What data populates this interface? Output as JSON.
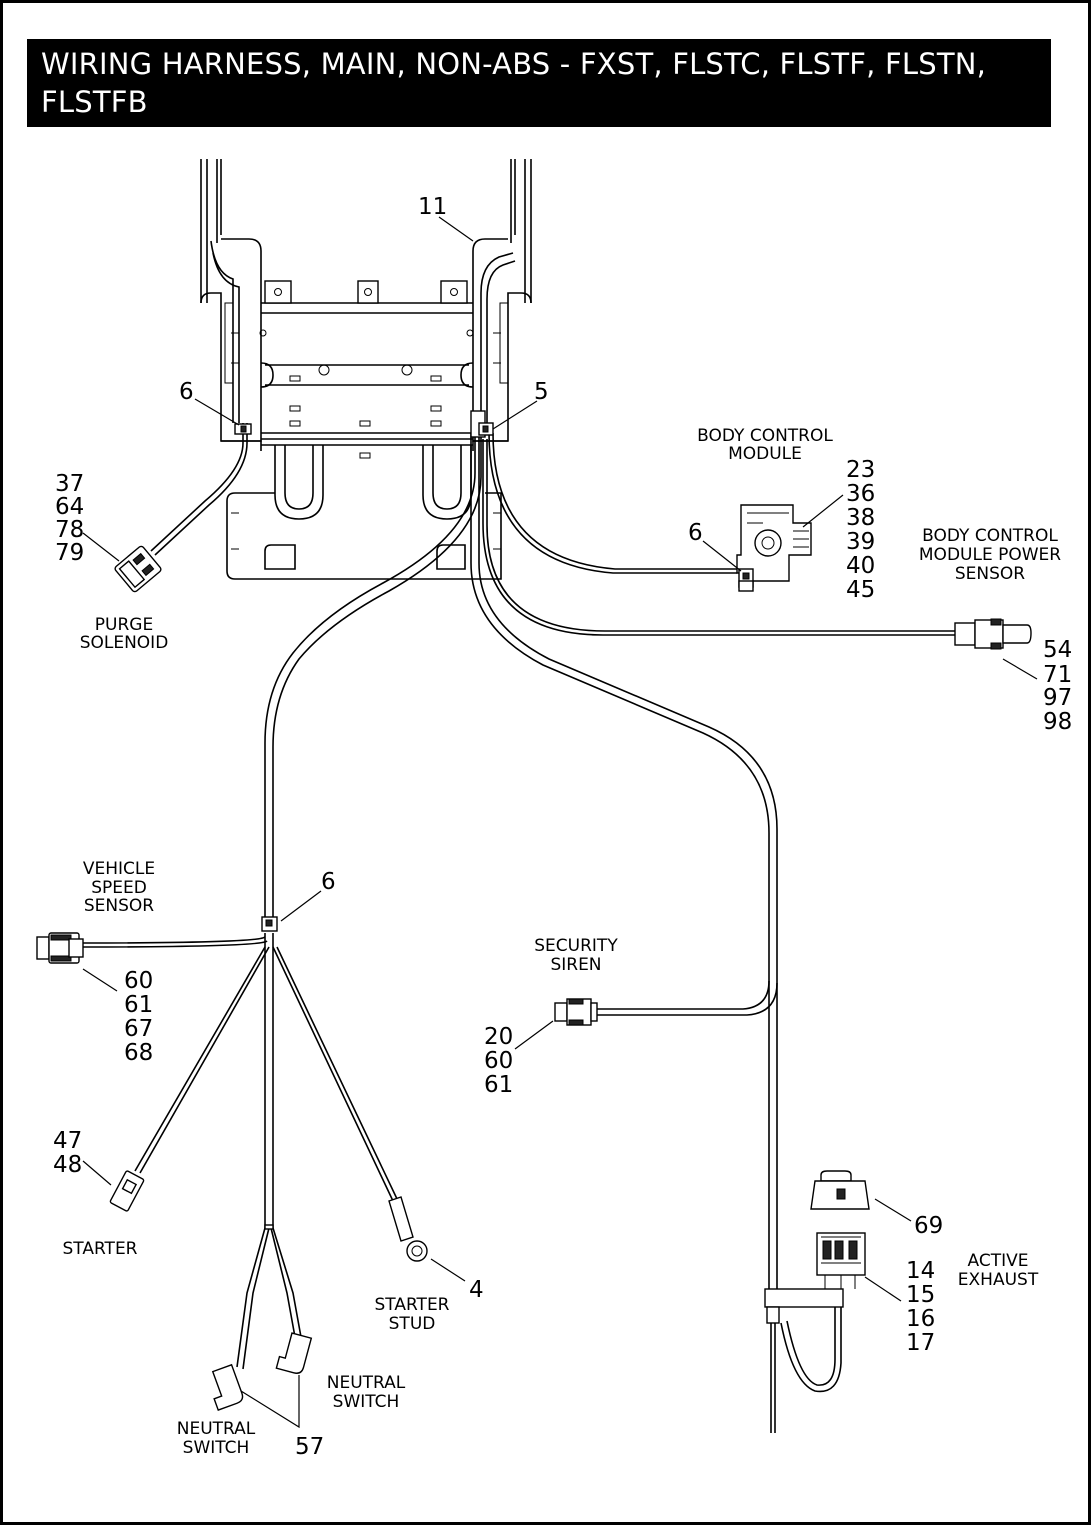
{
  "title": {
    "line1": "WIRING HARNESS, MAIN, NON-ABS - FXST, FLSTC, FLSTF, FLSTN,",
    "line2": "FLSTFB"
  },
  "components": {
    "purge_solenoid": {
      "label": [
        "PURGE",
        "SOLENOID"
      ],
      "refs": [
        "37",
        "64",
        "78",
        "79"
      ]
    },
    "body_control_module": {
      "label": [
        "BODY CONTROL",
        "MODULE"
      ],
      "refs": [
        "23",
        "36",
        "38",
        "39",
        "40",
        "45"
      ]
    },
    "bcm_power_sensor": {
      "label": [
        "BODY CONTROL",
        "MODULE POWER",
        "SENSOR"
      ],
      "refs": [
        "54",
        "71",
        "97",
        "98"
      ]
    },
    "vehicle_speed_sensor": {
      "label": [
        "VEHICLE",
        "SPEED",
        "SENSOR"
      ],
      "refs": [
        "60",
        "61",
        "67",
        "68"
      ]
    },
    "security_siren": {
      "label": [
        "SECURITY",
        "SIREN"
      ],
      "refs": [
        "20",
        "60",
        "61"
      ]
    },
    "starter": {
      "label": [
        "STARTER"
      ],
      "refs": [
        "47",
        "48"
      ]
    },
    "starter_stud": {
      "label": [
        "STARTER",
        "STUD"
      ],
      "refs": [
        "4"
      ]
    },
    "active_exhaust": {
      "label": [
        "ACTIVE",
        "EXHAUST"
      ],
      "refs": [
        "14",
        "15",
        "16",
        "17"
      ],
      "cap_ref": "69"
    },
    "neutral_switch_left": {
      "label": [
        "NEUTRAL",
        "SWITCH"
      ]
    },
    "neutral_switch_right": {
      "label": [
        "NEUTRAL",
        "SWITCH"
      ]
    },
    "neutral_switch_ref": "57"
  },
  "callouts": {
    "frame": "11",
    "clip_left": "6",
    "clip_right": "5",
    "clip_bcm": "6",
    "clip_harness": "6"
  }
}
